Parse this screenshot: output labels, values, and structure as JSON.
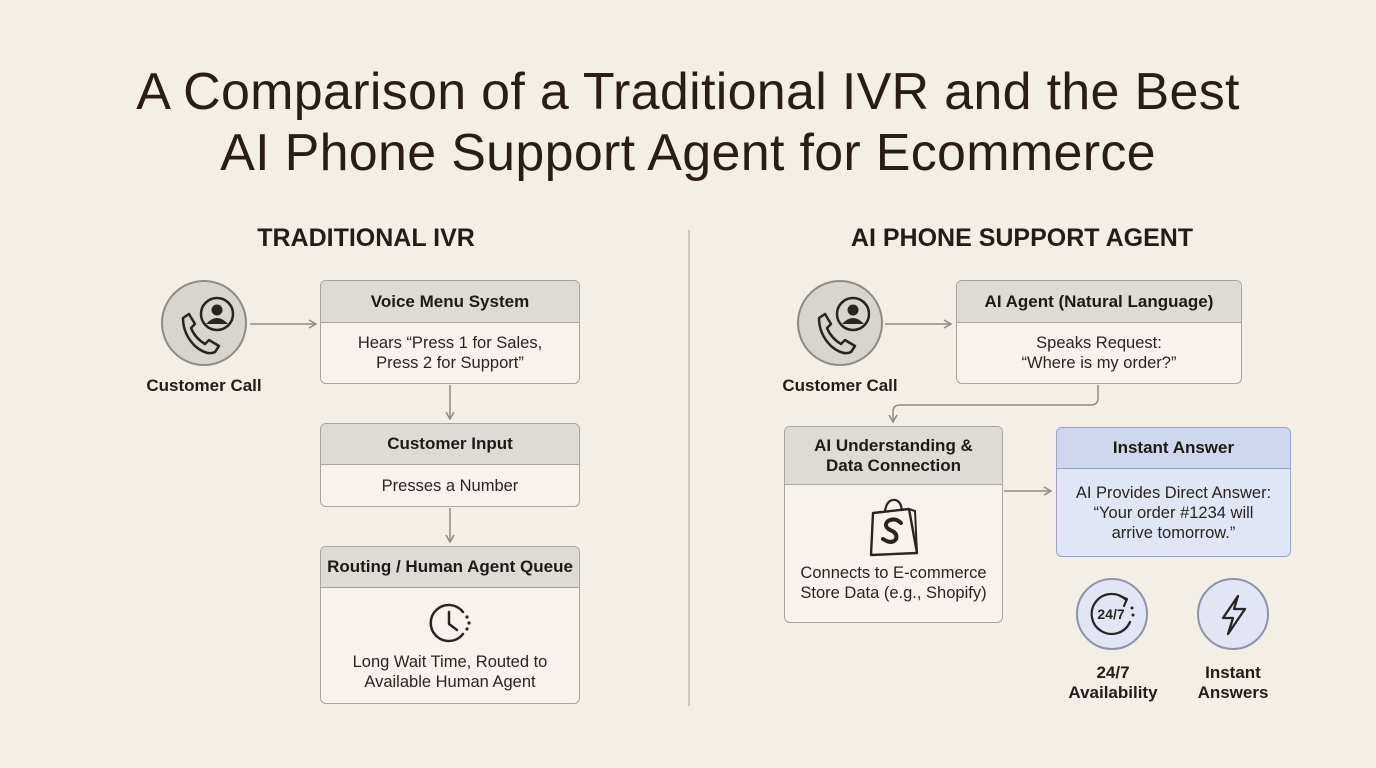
{
  "title": {
    "line1": "A Comparison of a Traditional IVR and the Best",
    "line2": "AI Phone Support Agent for Ecommerce"
  },
  "left": {
    "heading": "TRADITIONAL IVR",
    "caller_label": "Customer Call",
    "step1": {
      "title": "Voice Menu System",
      "line1": "Hears “Press 1 for Sales,",
      "line2": "Press 2 for Support”"
    },
    "step2": {
      "title": "Customer Input",
      "line1": "Presses a Number"
    },
    "step3": {
      "title": "Routing / Human Agent Queue",
      "line1": "Long Wait Time, Routed to",
      "line2": "Available Human Agent"
    }
  },
  "right": {
    "heading": "AI PHONE SUPPORT AGENT",
    "caller_label": "Customer Call",
    "step1": {
      "title": "AI Agent (Natural Language)",
      "line1": "Speaks Request:",
      "line2": "“Where is my order?”"
    },
    "step2": {
      "title_line1": "AI Understanding &",
      "title_line2": "Data Connection",
      "line1": "Connects to E-commerce",
      "line2": "Store Data (e.g., Shopify)"
    },
    "step3": {
      "title": "Instant Answer",
      "line1": "AI Provides Direct Answer:",
      "line2": "“Your order #1234 will",
      "line3": "arrive tomorrow.”"
    },
    "badges": [
      {
        "icon_text": "24/7",
        "line1": "24/7",
        "line2": "Availability"
      },
      {
        "line1": "Instant",
        "line2": "Answers"
      }
    ]
  },
  "icons": {
    "caller": "phone-person-icon",
    "clock": "clock-icon",
    "store": "shopping-bag-icon",
    "availability": "24-7-cycle-icon",
    "speed": "lightning-bolt-icon"
  },
  "colors": {
    "background": "#f4efe6",
    "box_header": "#dedad5",
    "highlight_box": "#e1e6f6",
    "badge_fill": "#e1e5f4"
  }
}
